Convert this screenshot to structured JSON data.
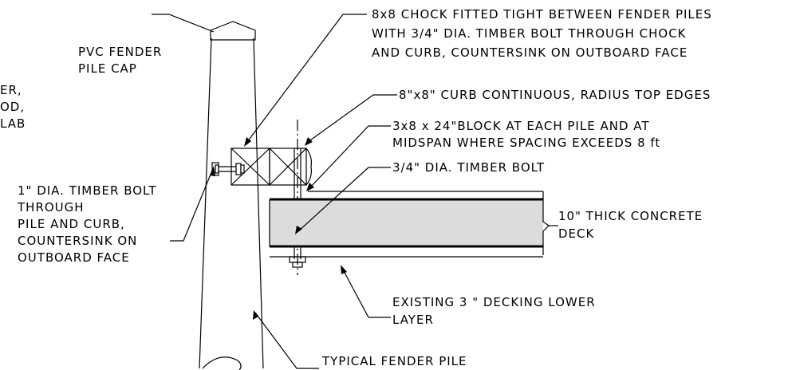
{
  "labels": {
    "pvc_cap": [
      "PVC FENDER",
      "PILE CAP"
    ],
    "chock": [
      "8x8 CHOCK FITTED TIGHT BETWEEN FENDER PILES",
      "WITH 3/4\" DIA. TIMBER BOLT THROUGH CHOCK",
      "AND CURB, COUNTERSINK ON OUTBOARD FACE"
    ],
    "curb": "8\"x8\" CURB CONTINUOUS, RADIUS TOP EDGES",
    "block": [
      "3x8 x 24\"BLOCK AT EACH PILE AND AT",
      "MIDSPAN WHERE SPACING EXCEEDS 8 ft"
    ],
    "timber_bolt_34": "3/4\" DIA. TIMBER BOLT",
    "timber_bolt_1": [
      "1\" DIA. TIMBER BOLT",
      "THROUGH",
      "PILE AND CURB,",
      "COUNTERSINK ON",
      "OUTBOARD FACE"
    ],
    "deck": [
      "10\" THICK CONCRETE",
      "DECK"
    ],
    "decking": [
      "EXISTING 3 \" DECKING LOWER",
      "LAYER"
    ],
    "fender_pile": "TYPICAL FENDER PILE",
    "cut_left": [
      "ER,",
      "OD,",
      "LAB"
    ]
  }
}
